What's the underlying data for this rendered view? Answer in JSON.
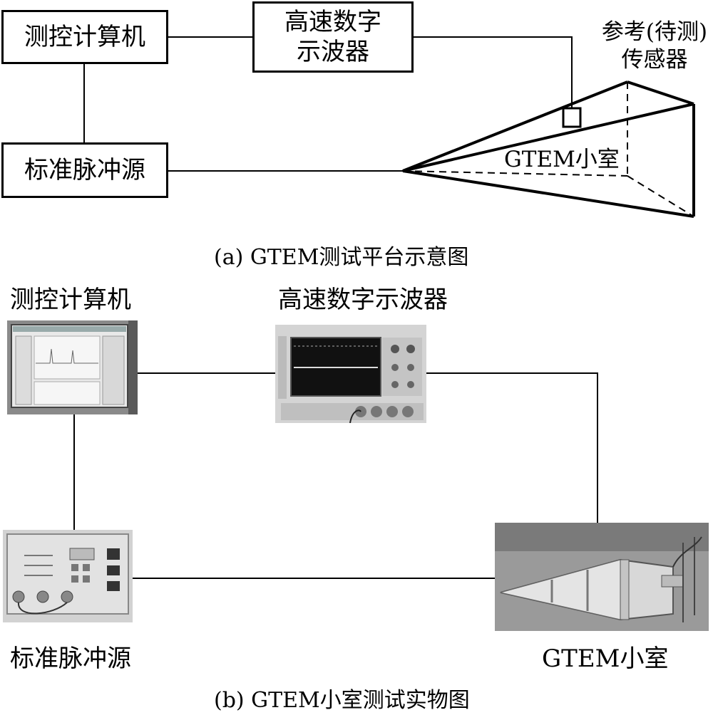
{
  "diagram_a": {
    "computer": "测控计算机",
    "oscilloscope_line1": "高速数字",
    "oscilloscope_line2": "示波器",
    "pulse_source": "标准脉冲源",
    "sensor_line1": "参考(待测)",
    "sensor_line2": "传感器",
    "gtem_label": "GTEM小室",
    "caption": "(a) GTEM测试平台示意图"
  },
  "diagram_b": {
    "computer": "测控计算机",
    "oscilloscope": "高速数字示波器",
    "pulse_source": "标准脉冲源",
    "gtem": "GTEM小室",
    "caption": "(b) GTEM小室测试实物图"
  }
}
